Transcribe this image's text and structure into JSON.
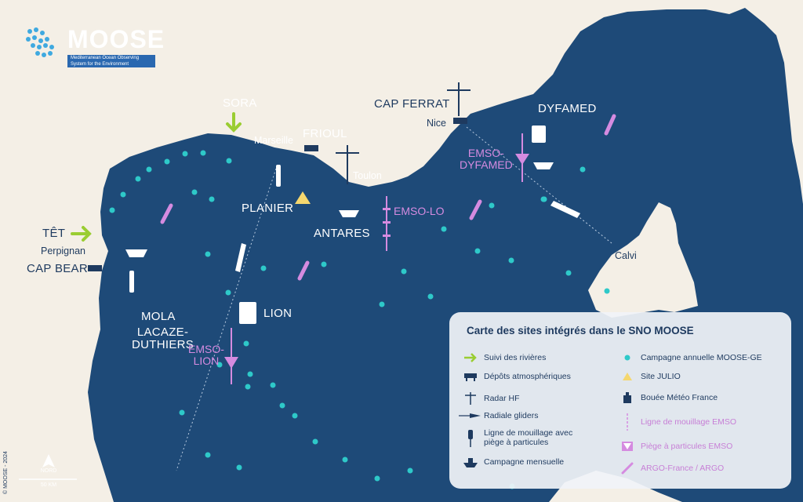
{
  "logo": {
    "name": "MOOSE",
    "subtitle_line1": "Mediterranean Ocean Observing",
    "subtitle_line2": "System for the Environment"
  },
  "places": {
    "sora": "SORA",
    "marseille": "Marseille",
    "frioul": "FRIOUL",
    "toulon": "Toulon",
    "cap_ferrat": "CAP FERRAT",
    "nice": "Nice",
    "dyfamed": "DYFAMED",
    "emso_dyfamed_1": "EMSO-",
    "emso_dyfamed_2": "DYFAMED",
    "planier": "PLANIER",
    "antares": "ANTARES",
    "emso_lo": "EMSO-LO",
    "tet": "TÊT",
    "perpignan": "Perpignan",
    "cap_bear": "CAP BEAR",
    "mola": "MOLA",
    "lacaze_1": "LACAZE-",
    "lacaze_2": "DUTHIERS",
    "lion": "LION",
    "emso_lion_1": "EMSO-",
    "emso_lion_2": "LION",
    "calvi": "Calvi"
  },
  "legend": {
    "title": "Carte des sites intégrés dans le SNO MOOSE",
    "left": [
      {
        "icon": "green-arrow-icon",
        "label": "Suivi des rivières"
      },
      {
        "icon": "atmospheric-deposit-icon",
        "label": "Dépôts atmosphériques"
      },
      {
        "icon": "hf-radar-icon",
        "label": "Radar HF"
      },
      {
        "icon": "glider-icon",
        "label": "Radiale gliders"
      },
      {
        "icon": "mooring-icon",
        "label": "Ligne de mouillage avec",
        "label2": "piège à particules"
      },
      {
        "icon": "ship-icon",
        "label": "Campagne mensuelle"
      }
    ],
    "right": [
      {
        "icon": "teal-dot-icon",
        "label": "Campagne annuelle MOOSE-GE"
      },
      {
        "icon": "yellow-triangle-icon",
        "label": "Site JULIO"
      },
      {
        "icon": "buoy-icon",
        "label": "Bouée Météo France"
      },
      {
        "icon": "emso-mooring-icon",
        "label": "Ligne de mouillage EMSO"
      },
      {
        "icon": "emso-trap-icon",
        "label": "Piège à particules EMSO"
      },
      {
        "icon": "argo-float-icon",
        "label": "ARGO-France / ARGO"
      }
    ]
  },
  "north_label": "NORD",
  "scale_label": "50 KM",
  "copyright": "© MOOSE - 2024",
  "colors": {
    "sea": "#1e4a78",
    "land": "#f4efe6",
    "teal": "#2ec9c9",
    "green": "#9acd32",
    "purple": "#d58be0",
    "yellow": "#f5d76e",
    "dark": "#1e3a5f"
  }
}
